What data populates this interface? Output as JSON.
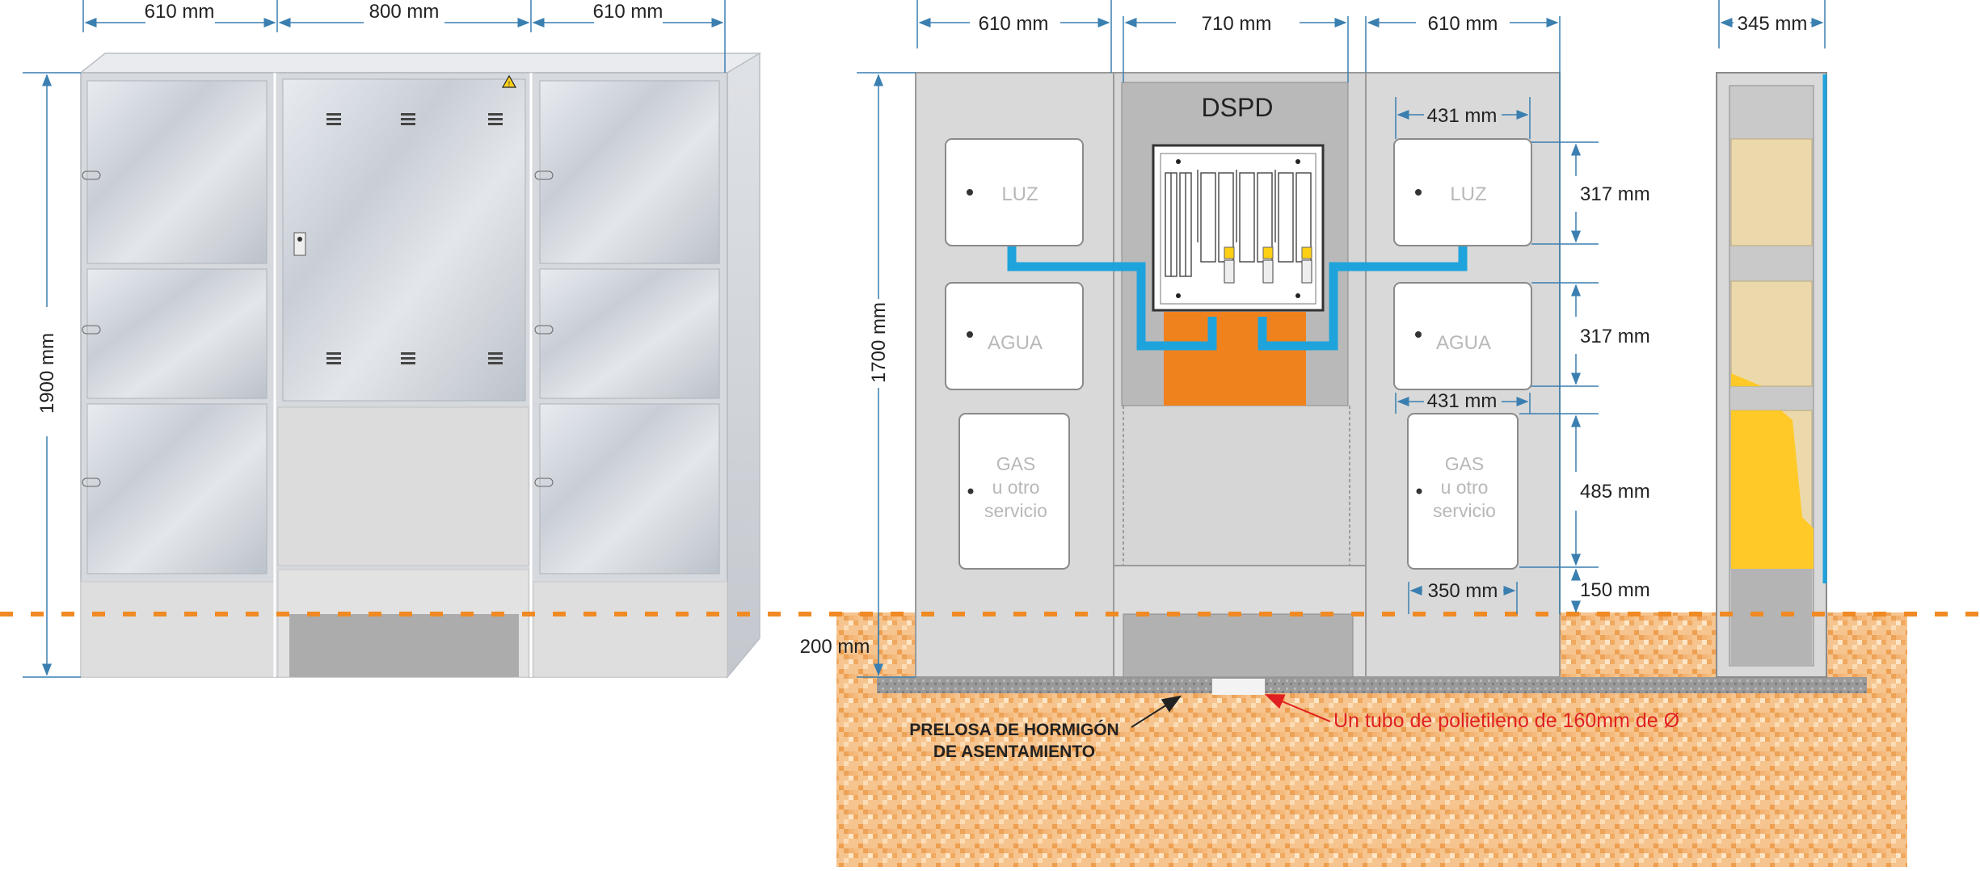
{
  "dimensions": {
    "left_width_1": "610 mm",
    "left_width_2": "800 mm",
    "left_width_3": "610 mm",
    "left_height": "1900 mm",
    "front_width_1": "610 mm",
    "front_width_2": "710 mm",
    "front_width_3": "610 mm",
    "front_height": "1700 mm",
    "depth": "345 mm",
    "meter_width_top": "431 mm",
    "meter_width_gas": "431 mm",
    "meter_height_1": "317 mm",
    "meter_height_2": "317 mm",
    "meter_height_3": "485 mm",
    "base_height": "150 mm",
    "base_width": "350 mm",
    "buried_depth": "200 mm"
  },
  "labels": {
    "dspd": "DSPD",
    "luz_left": "LUZ",
    "agua_left": "AGUA",
    "gas_left": [
      "GAS",
      "u otro",
      "servicio"
    ],
    "luz_right": "LUZ",
    "agua_right": "AGUA",
    "gas_right": [
      "GAS",
      "u otro",
      "servicio"
    ],
    "prelosa": [
      "PRELOSA DE HORMIGÓN",
      "DE ASENTAMIENTO"
    ],
    "tubo": "Un tubo de polietileno de 160mm de Ø"
  },
  "colors": {
    "dimension_line": "#3a7fb0",
    "ground_line": "#f08a24",
    "conduit": "#1ea3dc",
    "orange_box": "#f0821e",
    "panel": "#dcdcdc",
    "soil": "#f4b77a",
    "tubo_text": "#e02020"
  }
}
